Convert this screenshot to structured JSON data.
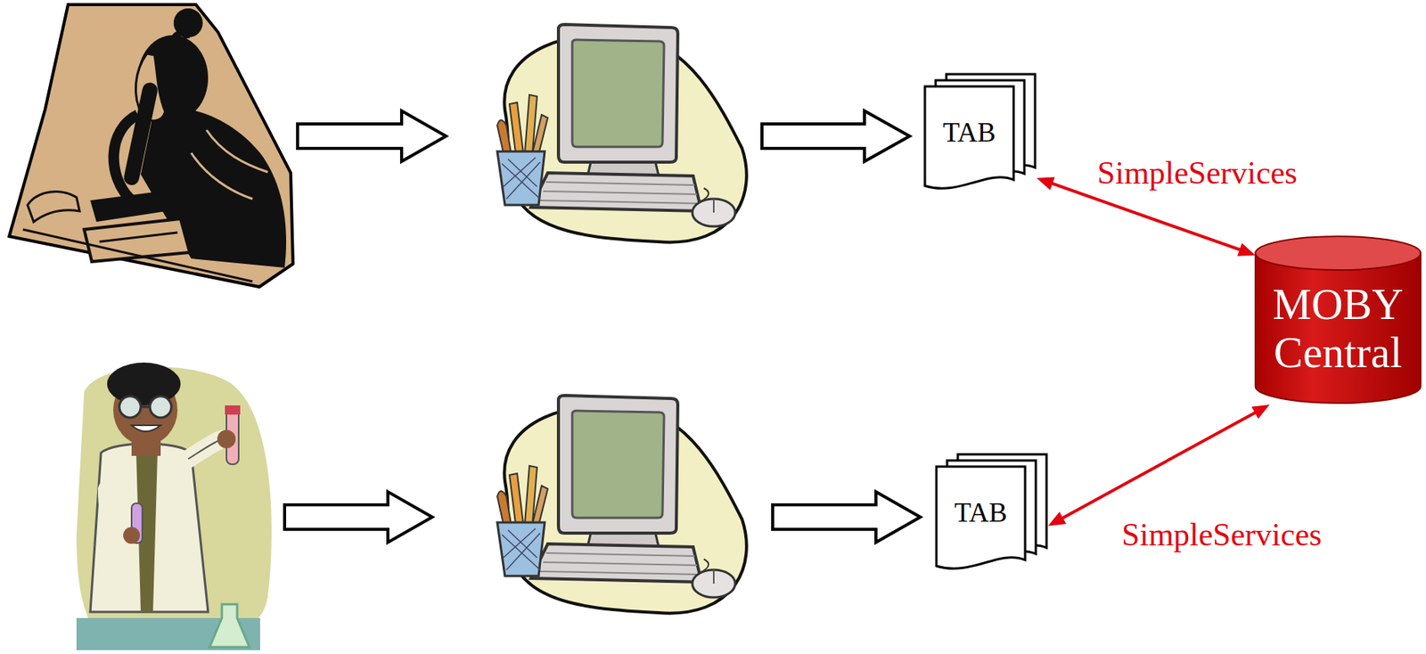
{
  "diagram": {
    "nodes": [
      {
        "text": [
          "TAB"
        ]
      },
      {
        "text": [
          "MOBY Central"
        ]
      },
      {
        "text": [
          "TAB"
        ]
      }
    ],
    "edges": [
      {
        "from": 0,
        "to": 1,
        "label": "SimpleServices",
        "arrow": "both"
      },
      {
        "from": 2,
        "to": 1,
        "label": "SimpleServices",
        "arrow": "both"
      }
    ]
  }
}
